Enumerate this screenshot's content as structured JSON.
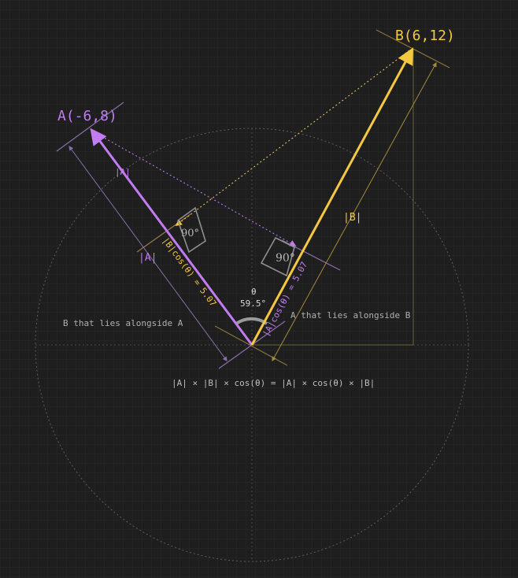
{
  "colors": {
    "background": "#1e1e1f",
    "grid": "#2a2a2c",
    "vector_a": "#c07cf0",
    "vector_b": "#f5c842",
    "guide": "#77777a",
    "text": "#c8c8c8",
    "perp": "#9a7a4a",
    "angle_box": "#8f8f8f"
  },
  "vectors": {
    "a": {
      "label": "A(-6,8)",
      "x": -6,
      "y": 8
    },
    "b": {
      "label": "B(6,12)",
      "x": 6,
      "y": 12
    }
  },
  "labels": {
    "mag_a_on_vector": "|A|",
    "mag_a_dimension": "|A|",
    "mag_b_dimension": "|B|",
    "theta_symbol": "θ",
    "theta_value": "59.5°",
    "right_angle_a": "90°",
    "right_angle_b": "90°",
    "proj_b_on_a": "|B|cos(θ) = 5.07",
    "proj_a_on_b": "|A|cos(θ) = 5.07",
    "caption_b_on_a": "B that lies alongside A",
    "caption_a_on_b": "A that lies alongside B",
    "equation": "|A| × |B| × cos(θ) = |A| × cos(θ) × |B|"
  }
}
